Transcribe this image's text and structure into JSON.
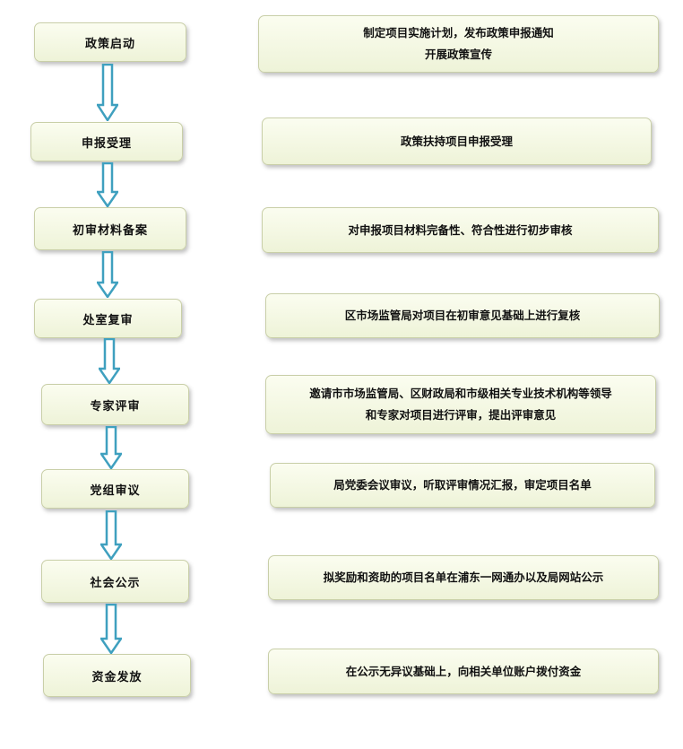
{
  "steps": [
    {
      "label": "政策启动",
      "description": [
        "制定项目实施计划，发布政策申报通知",
        "开展政策宣传"
      ]
    },
    {
      "label": "申报受理",
      "description": [
        "政策扶持项目申报受理"
      ]
    },
    {
      "label": "初审材料备案",
      "description": [
        "对申报项目材料完备性、符合性进行初步审核"
      ]
    },
    {
      "label": "处室复审",
      "description": [
        "区市场监管局对项目在初审意见基础上进行复核"
      ]
    },
    {
      "label": "专家评审",
      "description": [
        "邀请市市场监管局、区财政局和市级相关专业技术机构等领导",
        "和专家对项目进行评审，提出评审意见"
      ]
    },
    {
      "label": "党组审议",
      "description": [
        "局党委会议审议，听取评审情况汇报，审定项目名单"
      ]
    },
    {
      "label": "社会公示",
      "description": [
        "拟奖励和资助的项目名单在浦东一网通办以及局网站公示"
      ]
    },
    {
      "label": "资金发放",
      "description": [
        "在公示无异议基础上，向相关单位账户拨付资金"
      ]
    }
  ],
  "colors": {
    "arrow_fill": "#ffffff",
    "arrow_stroke": "#3fa0bf",
    "box_border": "#c9cfa8"
  }
}
